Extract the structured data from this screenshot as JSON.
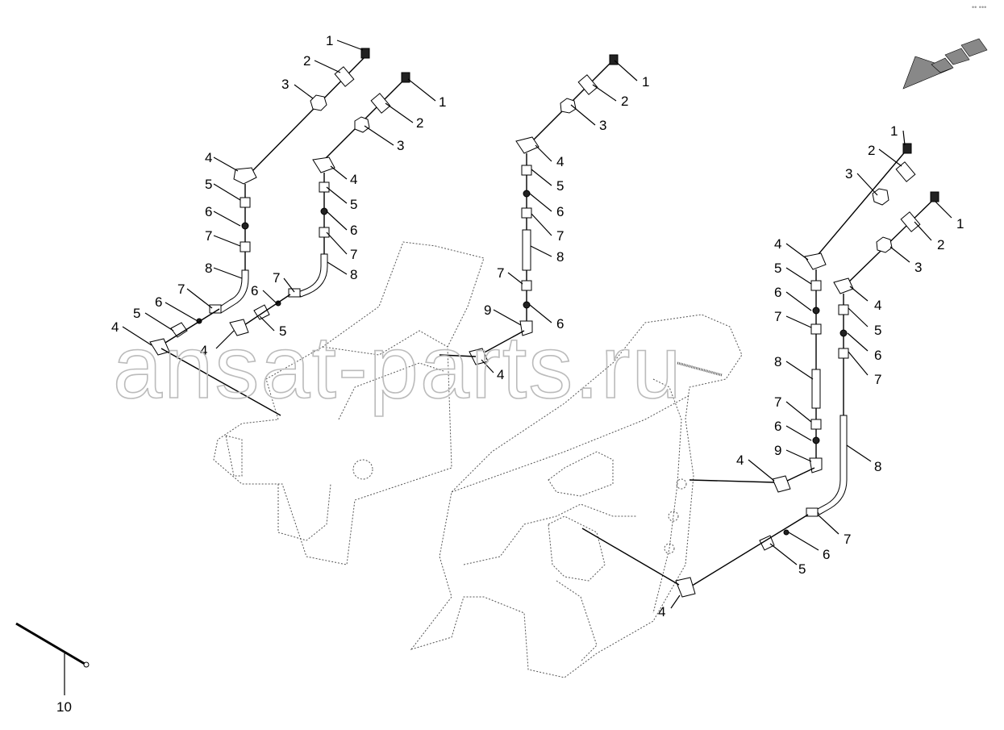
{
  "watermark": "ansat-parts.ru",
  "corner_mark": "•• •••",
  "callouts": {
    "c1": "1",
    "c2": "2",
    "c3": "3",
    "c4": "4",
    "c5": "5",
    "c6": "6",
    "c7": "7",
    "c8": "8",
    "c9": "9",
    "c10": "10"
  },
  "icons": {
    "direction_arrow": "direction-arrow-icon",
    "grease_fitting": "grease-fitting-icon",
    "cable_tie": "cable-tie-icon"
  },
  "colors": {
    "line": "#000000",
    "frame": "#555555",
    "watermark": "#bbbbbb"
  }
}
